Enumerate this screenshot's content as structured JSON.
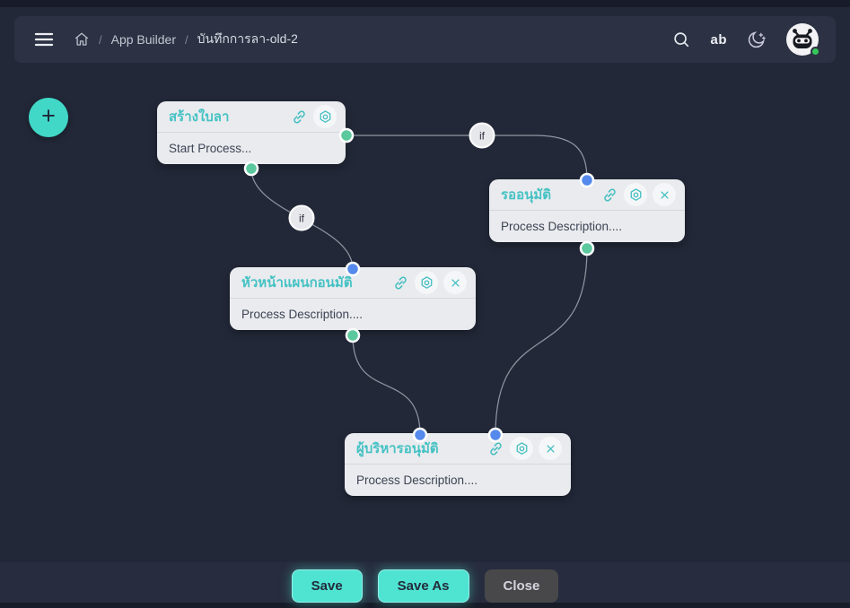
{
  "header": {
    "breadcrumb": {
      "separator": "/",
      "app": "App Builder",
      "page": "บันทึกการลา-old-2"
    },
    "shortcut_label": "ab",
    "icons": {
      "menu": "hamburger-icon",
      "home": "home-icon",
      "search": "search-icon",
      "theme": "moon-icon",
      "avatar": "robot-avatar",
      "status": "online-green-dot"
    }
  },
  "canvas": {
    "add_button_label": "+",
    "nodes": [
      {
        "title": "สร้างใบลา",
        "description": "Start Process..."
      },
      {
        "title": "รออนุมัติ",
        "description": "Process Description...."
      },
      {
        "title": "หัวหน้าแผนกอนมัติ",
        "description": "Process Description...."
      },
      {
        "title": "ผู้บริหารอนุมัติ",
        "description": "Process Description...."
      }
    ],
    "edge_labels": [
      "if",
      "if"
    ],
    "node_action_icons": [
      "link-icon",
      "gear-icon",
      "close-icon"
    ]
  },
  "footer": {
    "save_label": "Save",
    "save_as_label": "Save As",
    "close_label": "Close"
  },
  "colors": {
    "accent_teal": "#4fe3d2",
    "node_title_teal": "#45c2c4",
    "handle_green": "#5bc89e",
    "handle_blue": "#5589ec",
    "canvas_bg": "#222838",
    "header_bg": "#2c3243",
    "node_bg": "#e9ebee",
    "close_button_bg": "#48484a",
    "status_green": "#35c75a"
  }
}
